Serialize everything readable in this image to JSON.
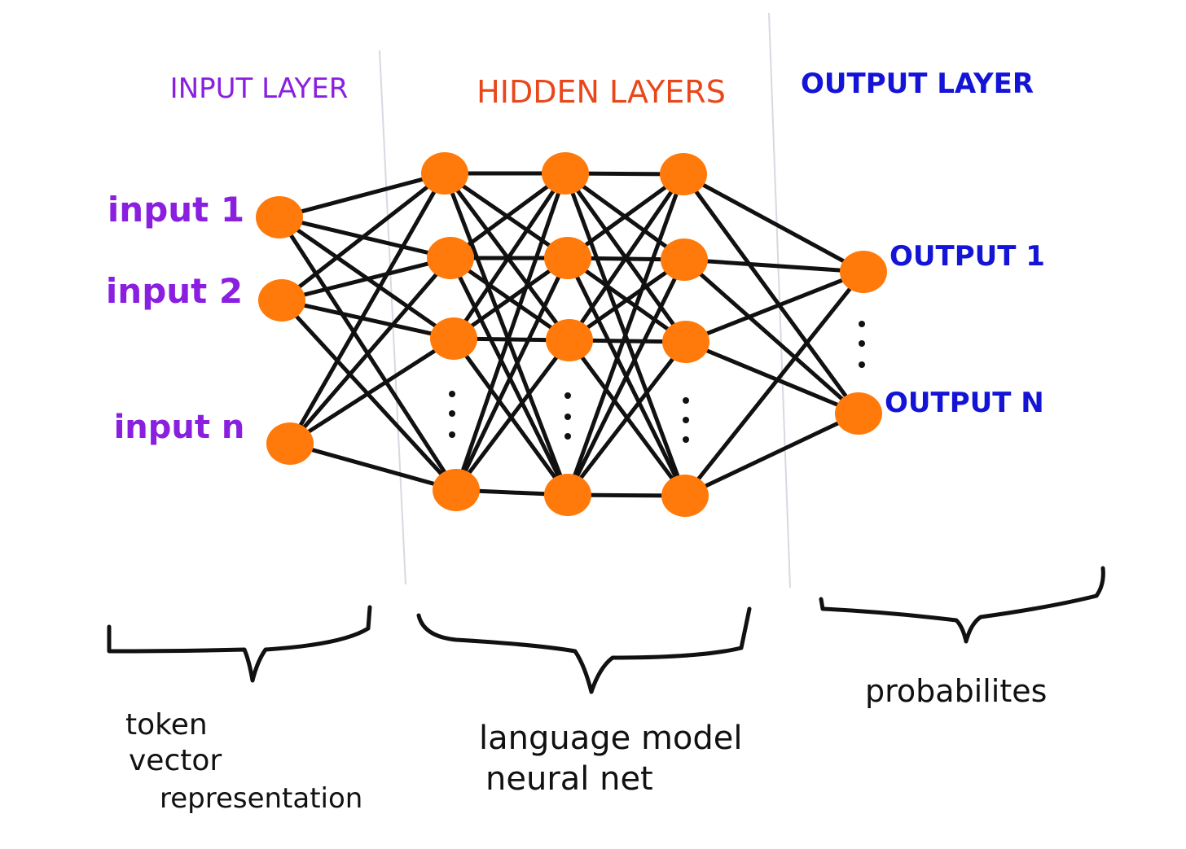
{
  "headers": {
    "input": "INPUT LAYER",
    "hidden": "HIDDEN LAYERS",
    "output": "OUTPUT LAYER"
  },
  "input_labels": [
    "input 1",
    "input 2",
    "input n"
  ],
  "output_labels": [
    "OUTPUT 1",
    "OUTPUT N"
  ],
  "captions": {
    "input": [
      "token",
      "vector",
      "representation"
    ],
    "hidden": [
      "language model",
      "neural net"
    ],
    "output": [
      "probabilites"
    ]
  },
  "colors": {
    "node": "#ff7a0a",
    "edge": "#111111",
    "input_text": "#8a1fe0",
    "hidden_text": "#e8471a",
    "output_text": "#1414d6",
    "caption_text": "#111111",
    "divider": "#d8d8e2"
  }
}
